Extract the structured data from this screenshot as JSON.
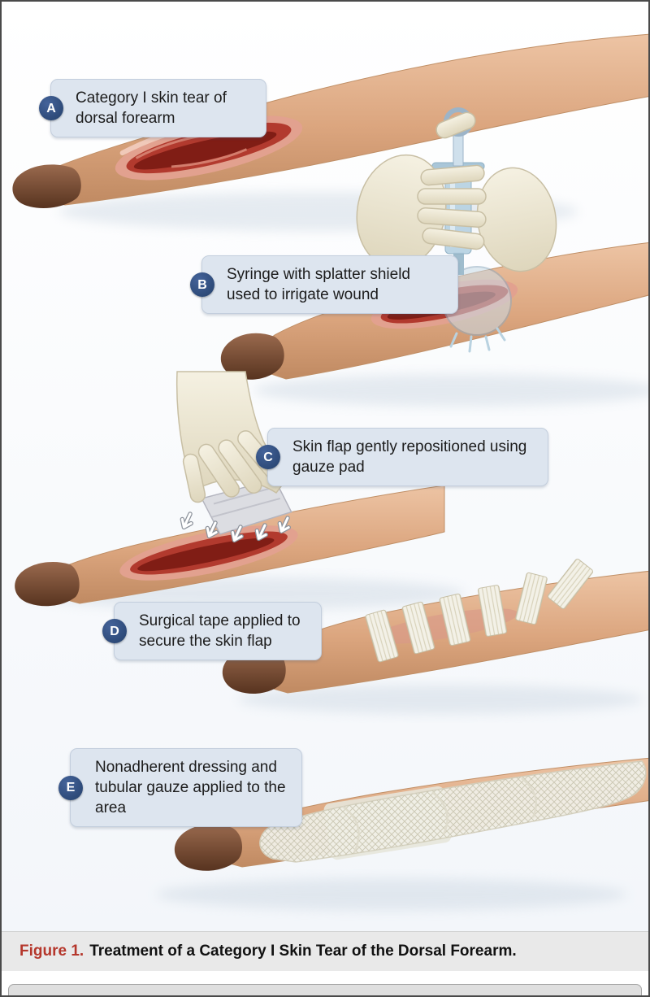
{
  "figure": {
    "caption_label": "Figure 1.",
    "caption_text": "Treatment of a Category I Skin Tear of the Dorsal Forearm."
  },
  "panels": [
    {
      "id": "A",
      "label": "Category I skin tear of dorsal forearm"
    },
    {
      "id": "B",
      "label": "Syringe with splatter shield used to irrigate wound"
    },
    {
      "id": "C",
      "label": "Skin flap gently repositioned using gauze pad"
    },
    {
      "id": "D",
      "label": "Surgical tape applied to secure the skin flap"
    },
    {
      "id": "E",
      "label": "Nonadherent dressing and tubular gauze applied to the area"
    }
  ],
  "colors": {
    "badge": "#24406b",
    "callout_bg": "#dde5ef",
    "callout_border": "#c3cedd",
    "caption_bg": "#e9e9e9",
    "accent_red": "#b5372c",
    "text": "#1c1c1c",
    "skin": "#dba57e",
    "wound_dark": "#801d15"
  }
}
